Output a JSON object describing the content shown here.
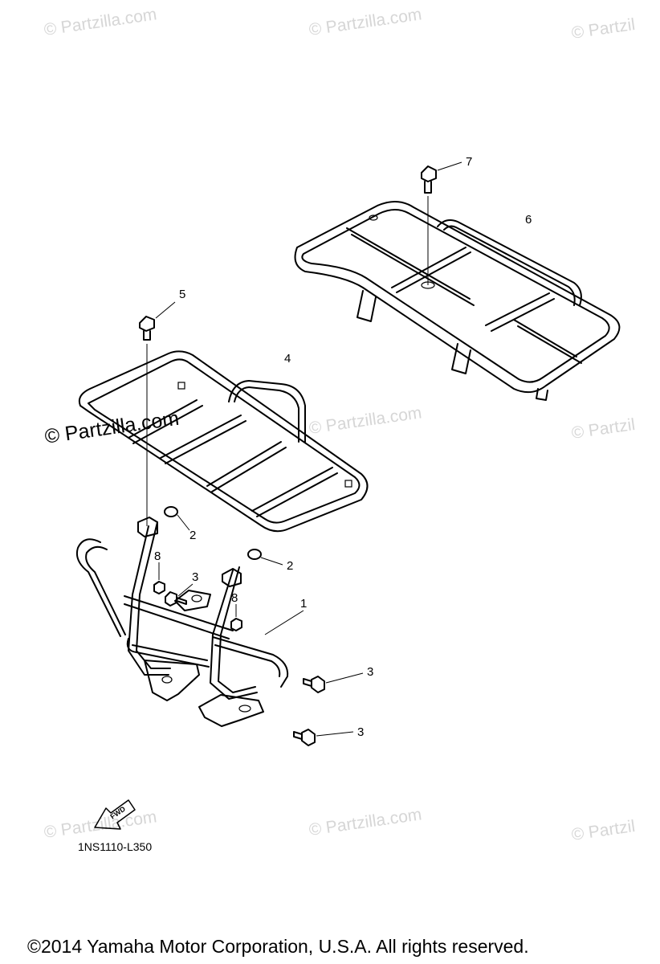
{
  "watermark": "© Partzilla.com",
  "watermark_partial": "© Partzil",
  "diagram_code": "1NS1110-L350",
  "fwd_label": "FWD",
  "copyright": "©2014  Yamaha Motor Corporation, U.S.A. All rights reserved.",
  "callouts": {
    "c1": "1",
    "c2a": "2",
    "c2b": "2",
    "c3a": "3",
    "c3b": "3",
    "c3c": "3",
    "c4": "4",
    "c5": "5",
    "c6": "6",
    "c7": "7",
    "c8a": "8",
    "c8b": "8"
  }
}
